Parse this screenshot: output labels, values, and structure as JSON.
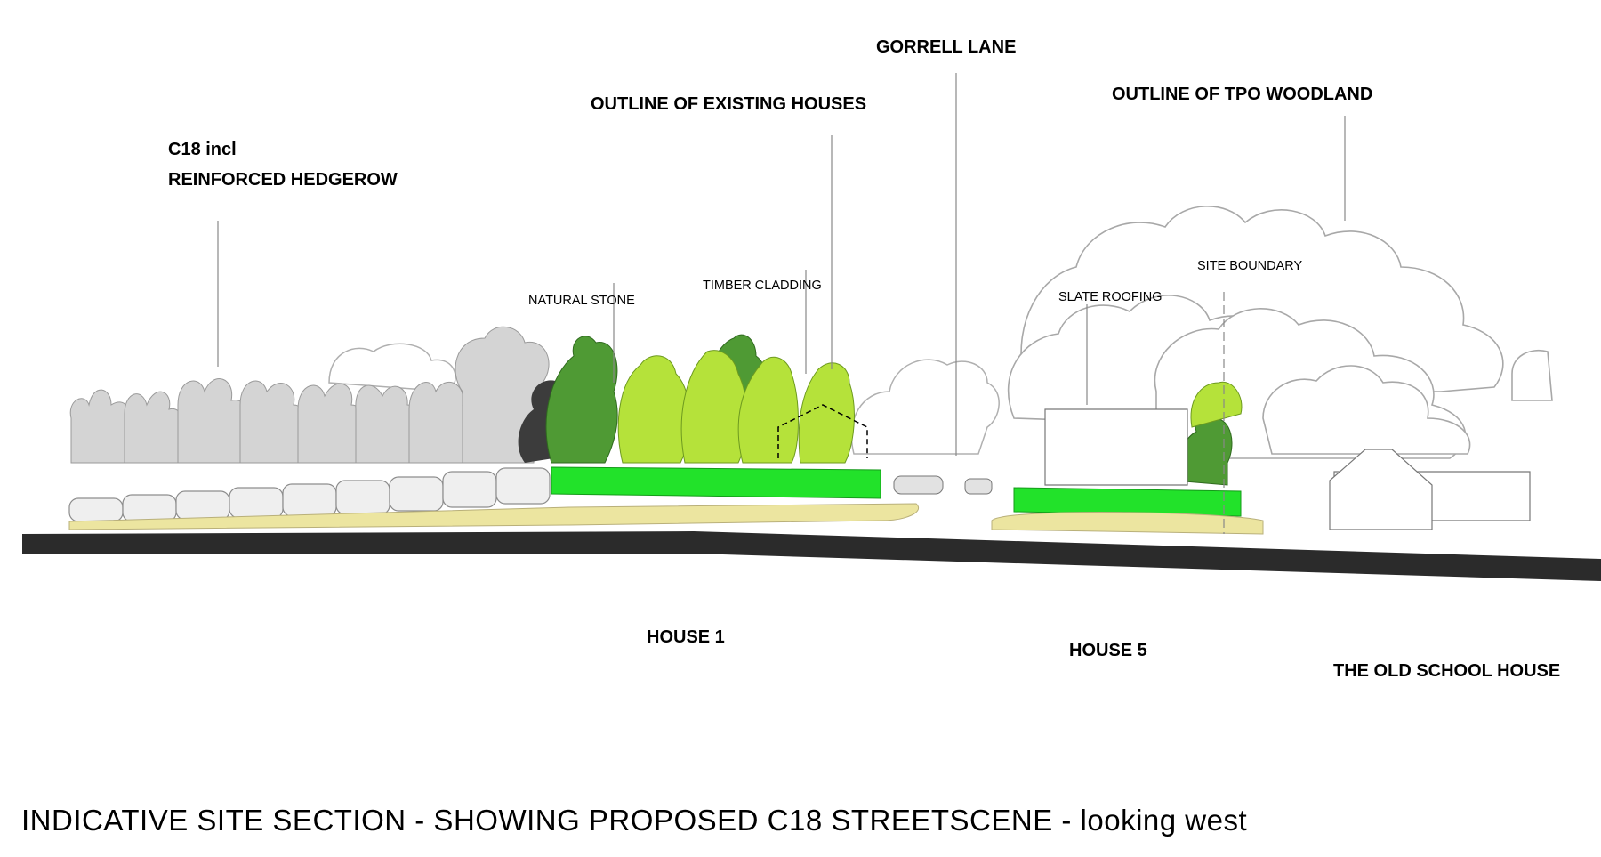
{
  "labels": {
    "gorrell_lane": "GORRELL LANE",
    "outline_houses": "OUTLINE OF EXISTING HOUSES",
    "outline_woodland": "OUTLINE OF  TPO WOODLAND",
    "c18_incl": "C18 incl",
    "hedgerow": "REINFORCED HEDGEROW",
    "natural_stone": "NATURAL STONE",
    "timber_cladding": "TIMBER CLADDING",
    "slate_roofing": "SLATE ROOFING",
    "site_boundary": "SITE BOUNDARY",
    "house_1": "HOUSE 1",
    "house_5": "HOUSE 5",
    "old_school_house": "THE OLD SCHOOL HOUSE"
  },
  "caption": "INDICATIVE SITE SECTION - SHOWING PROPOSED C18 STREETSCENE - looking west",
  "colors": {
    "ground": "#2b2b2b",
    "bright_green": "#22e22a",
    "lime_tree": "#b5e23a",
    "dark_tree": "#4f9a34",
    "sand": "#ece5a0",
    "grey_tree": "#c9c9c9",
    "outline": "#9a9a9a"
  }
}
